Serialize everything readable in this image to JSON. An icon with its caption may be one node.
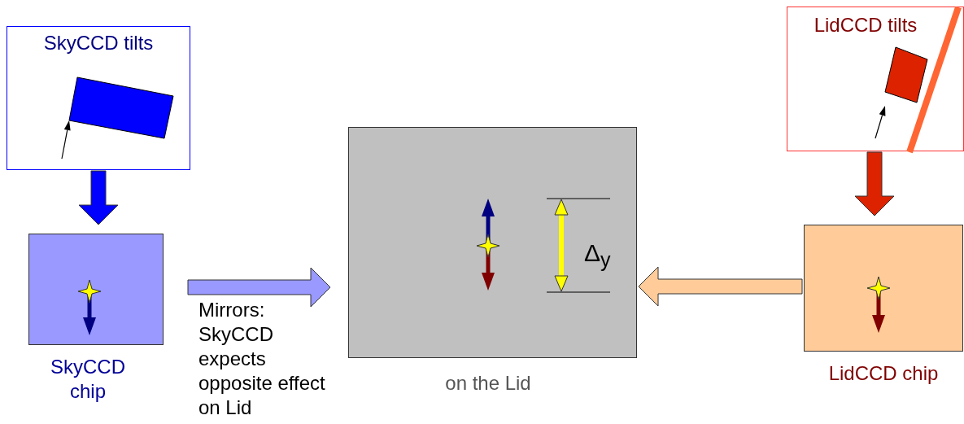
{
  "diagram": {
    "nodes": [
      {
        "text": [
          "SkyCCD tilts"
        ]
      },
      {
        "text": [
          "SkyCCD chip"
        ]
      },
      {
        "text": [
          "on the Lid"
        ]
      },
      {
        "text": [
          "LidCCD tilts"
        ]
      },
      {
        "text": [
          "LidCCD chip"
        ]
      }
    ],
    "edges": [
      {
        "from": 0,
        "to": 1,
        "arrow": "to",
        "style": "thick",
        "color": "#0000ff"
      },
      {
        "from": 1,
        "to": 2,
        "arrow": "to",
        "style": "thick",
        "color": "#9999ff",
        "label": "Mirrors: SkyCCD expects opposite effect on Lid"
      },
      {
        "from": 3,
        "to": 4,
        "arrow": "to",
        "style": "thick",
        "color": "#dd2200"
      },
      {
        "from": 4,
        "to": 2,
        "arrow": "to",
        "style": "thick",
        "color": "#ffcc99"
      }
    ],
    "labels": [
      "Δ$_{y}$"
    ]
  }
}
